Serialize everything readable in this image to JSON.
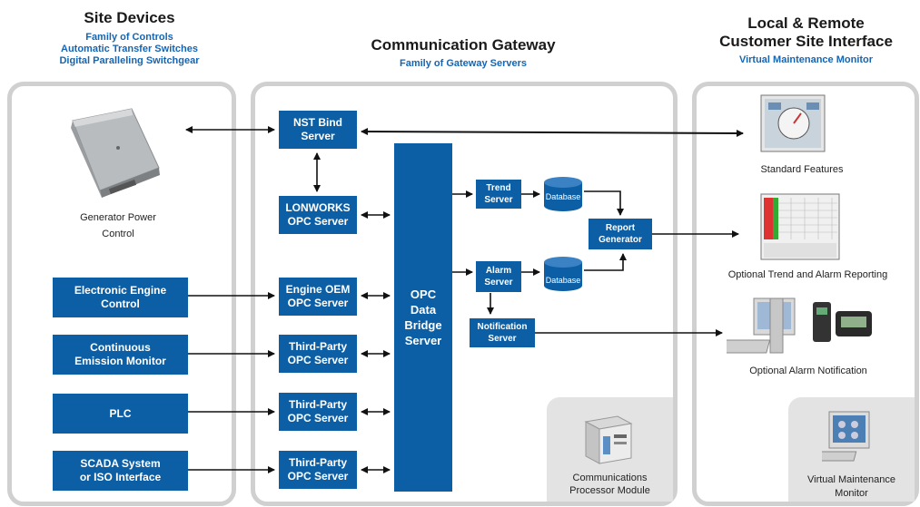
{
  "headers": {
    "site_devices": {
      "title": "Site Devices",
      "sub1": "Family of Controls",
      "sub2": "Automatic Transfer Switches",
      "sub3": "Digital Paralleling Switchgear"
    },
    "gateway": {
      "title": "Communication Gateway",
      "sub1": "Family of Gateway Servers"
    },
    "customer": {
      "title1": "Local & Remote",
      "title2": "Customer Site Interface",
      "sub1": "Virtual Maintenance Monitor"
    }
  },
  "site_devices": {
    "generator_label1": "Generator Power",
    "generator_label2": "Control",
    "electronic_engine": {
      "line1": "Electronic Engine",
      "line2": "Control"
    },
    "emission_monitor": {
      "line1": "Continuous",
      "line2": "Emission Monitor"
    },
    "plc": {
      "line1": "PLC"
    },
    "scada": {
      "line1": "SCADA System",
      "line2": "or ISO Interface"
    }
  },
  "gateway": {
    "nst_bind": {
      "line1": "NST Bind",
      "line2": "Server"
    },
    "lonworks": {
      "line1": "LONWORKS",
      "line2": "OPC Server"
    },
    "engine_oem": {
      "line1": "Engine OEM",
      "line2": "OPC Server"
    },
    "third_party_1": {
      "line1": "Third-Party",
      "line2": "OPC Server"
    },
    "third_party_2": {
      "line1": "Third-Party",
      "line2": "OPC Server"
    },
    "third_party_3": {
      "line1": "Third-Party",
      "line2": "OPC Server"
    },
    "opc_bridge": {
      "line1": "OPC",
      "line2": "Data",
      "line3": "Bridge",
      "line4": "Server"
    },
    "trend_server": {
      "line1": "Trend",
      "line2": "Server"
    },
    "alarm_server": {
      "line1": "Alarm",
      "line2": "Server"
    },
    "notification_server": {
      "line1": "Notification",
      "line2": "Server"
    },
    "database_1": "Database",
    "database_2": "Database",
    "report_generator": {
      "line1": "Report",
      "line2": "Generator"
    },
    "comm_processor": {
      "line1": "Communications",
      "line2": "Processor Module"
    }
  },
  "customer": {
    "standard_features": "Standard Features",
    "trend_reporting": "Optional Trend and Alarm Reporting",
    "alarm_notification": "Optional Alarm Notification",
    "vmm": {
      "line1": "Virtual Maintenance",
      "line2": "Monitor"
    }
  },
  "colors": {
    "box_blue": "#0d5fa5",
    "header_blue": "#1565b3",
    "panel_border": "#d0d0d0"
  }
}
